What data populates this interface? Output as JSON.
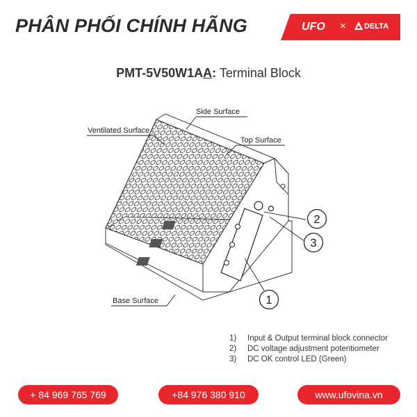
{
  "header": {
    "title": "PHÂN PHỐI CHÍNH HÃNG",
    "brand_left": "UFO",
    "brand_sep": "×",
    "brand_right": "DELTA",
    "accent_color": "#e8262d"
  },
  "document": {
    "model_prefix": "PMT-5V50W1A",
    "model_under": "A",
    "model_colon": ":",
    "subtitle": " Terminal Block"
  },
  "diagram": {
    "labels": {
      "side_surface": "Side Surface",
      "ventilated_surface": "Ventilated Surface",
      "top_surface": "Top Surface",
      "base_surface": "Base Surface"
    },
    "callouts": [
      "1",
      "2",
      "3"
    ]
  },
  "legend": [
    {
      "num": "1)",
      "text": "Input & Output terminal block connector"
    },
    {
      "num": "2)",
      "text": "DC voltage adjustment potentiometer"
    },
    {
      "num": "3)",
      "text": "DC OK control LED (Green)"
    }
  ],
  "footer": {
    "phone1": "+ 84 969 765 769",
    "phone2": "+84 976 380 910",
    "website": "www.ufovina.vn"
  }
}
